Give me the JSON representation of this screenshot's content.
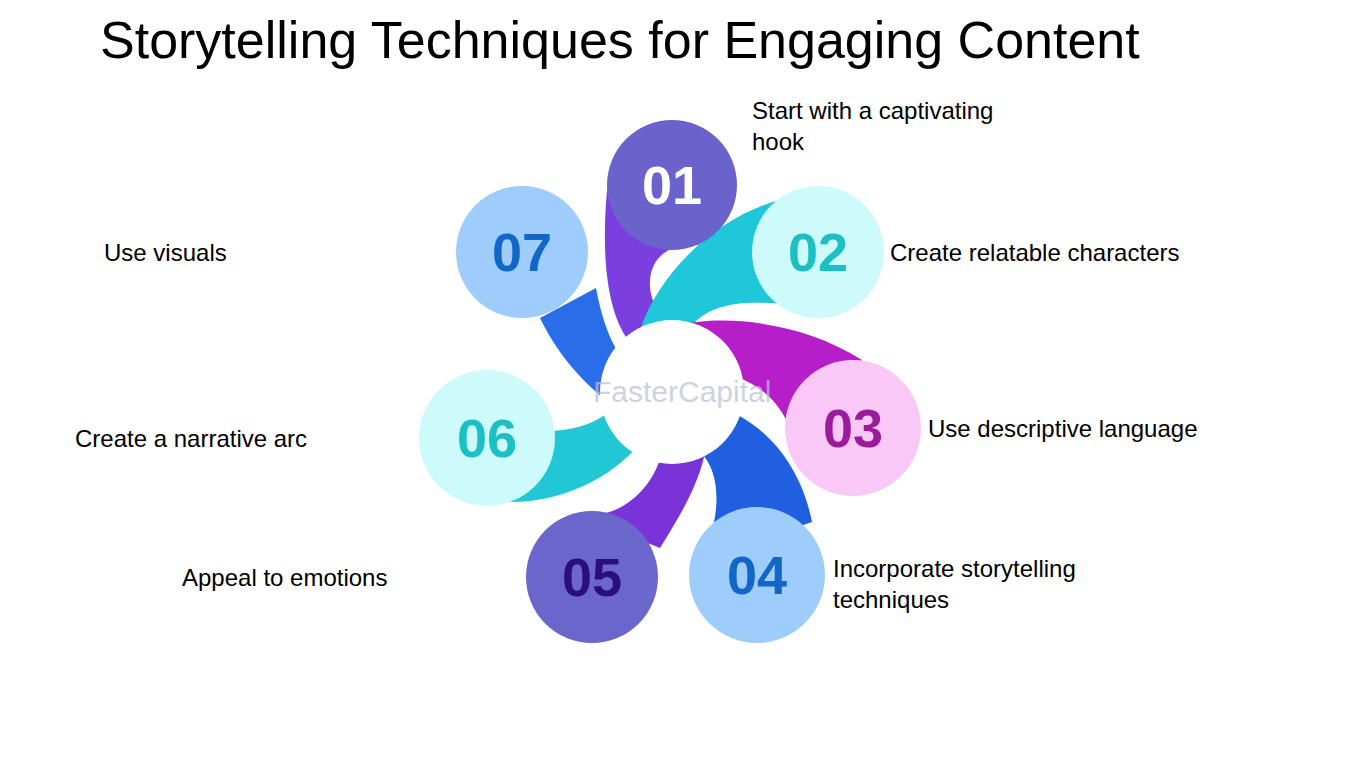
{
  "diagram": {
    "title": "Storytelling Techniques for Engaging Content",
    "nodes": [
      {
        "text": [
          "01",
          "Start with a captivating hook"
        ]
      },
      {
        "text": [
          "02",
          "Create relatable characters"
        ]
      },
      {
        "text": [
          "03",
          "Use descriptive language"
        ]
      },
      {
        "text": [
          "04",
          "Incorporate storytelling techniques"
        ]
      },
      {
        "text": [
          "05",
          "Appeal to emotions"
        ]
      },
      {
        "text": [
          "06",
          "Create a narrative arc"
        ]
      },
      {
        "text": [
          "07",
          "Use visuals"
        ]
      }
    ],
    "labels": [
      "FasterCapital"
    ]
  }
}
